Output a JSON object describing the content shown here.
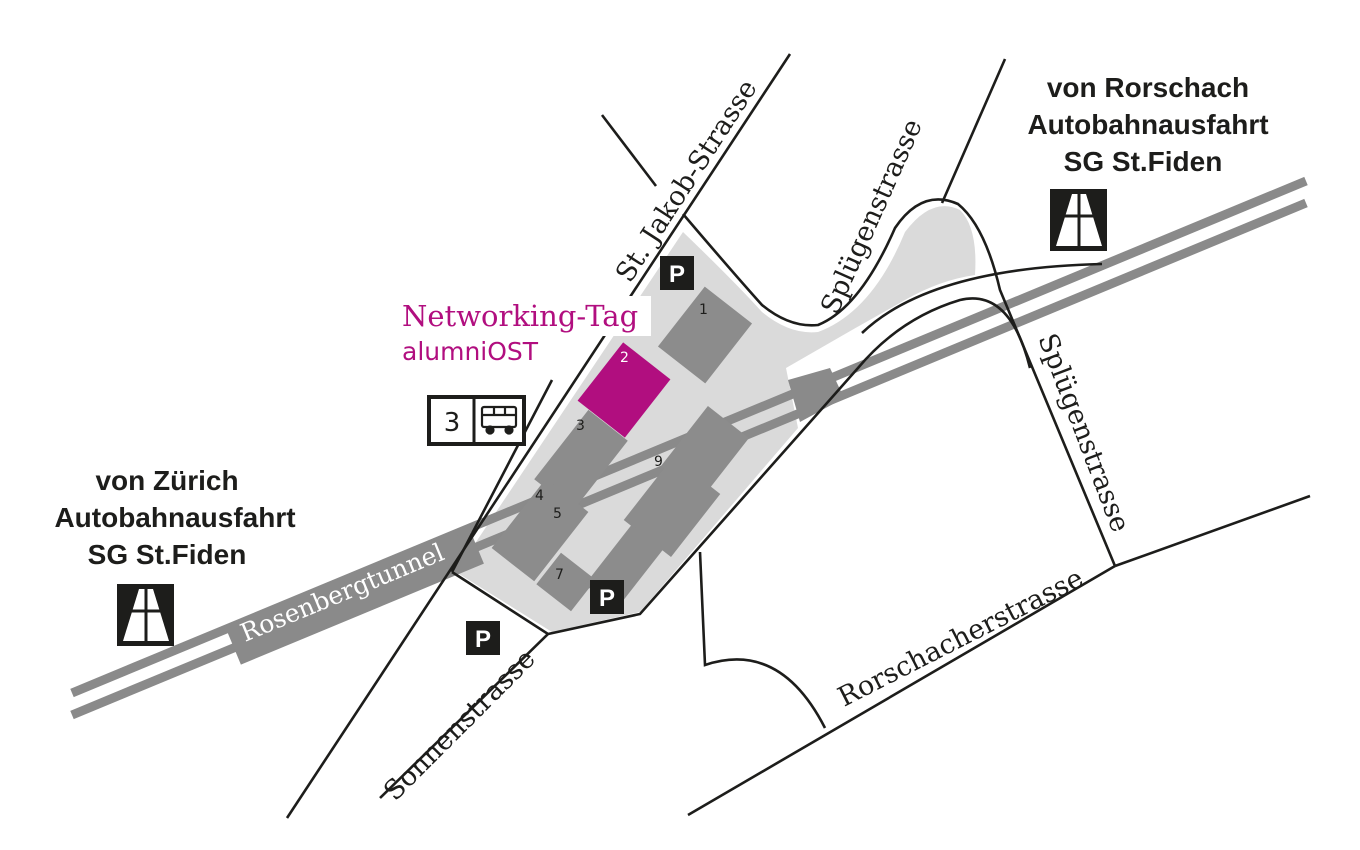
{
  "streets": {
    "st_jakob": "St. Jakob-Strasse",
    "spluegen_top": "Splügenstrasse",
    "spluegen_right": "Splügenstrasse",
    "sonnen": "Sonnenstrasse",
    "rorschacher": "Rorschacherstrasse",
    "tunnel": "Rosenbergtunnel"
  },
  "origins": {
    "zurich": {
      "line1": "von Zürich",
      "line2": "Autobahnausfahrt",
      "line3": "SG St.Fiden"
    },
    "rorschach": {
      "line1": "von Rorschach",
      "line2": "Autobahnausfahrt",
      "line3": "SG St.Fiden"
    }
  },
  "event": {
    "title": "Networking-Tag",
    "subtitle": "alumniOST",
    "building": "2"
  },
  "buildings": {
    "b1": "1",
    "b2": "2",
    "b3": "3",
    "b4": "4",
    "b5": "5",
    "b7": "7",
    "b9": "9"
  },
  "parking": {
    "label": "P"
  },
  "bus_stop": {
    "line": "3"
  },
  "colors": {
    "highlight": "#b10e7f",
    "campus": "#dadada",
    "building": "#8c8c8c",
    "road": "#1d1d1b",
    "motorway": "#8a8a8a"
  },
  "icons": {
    "motorway": "motorway-sign-icon",
    "parking": "parking-icon",
    "bus": "bus-icon"
  }
}
